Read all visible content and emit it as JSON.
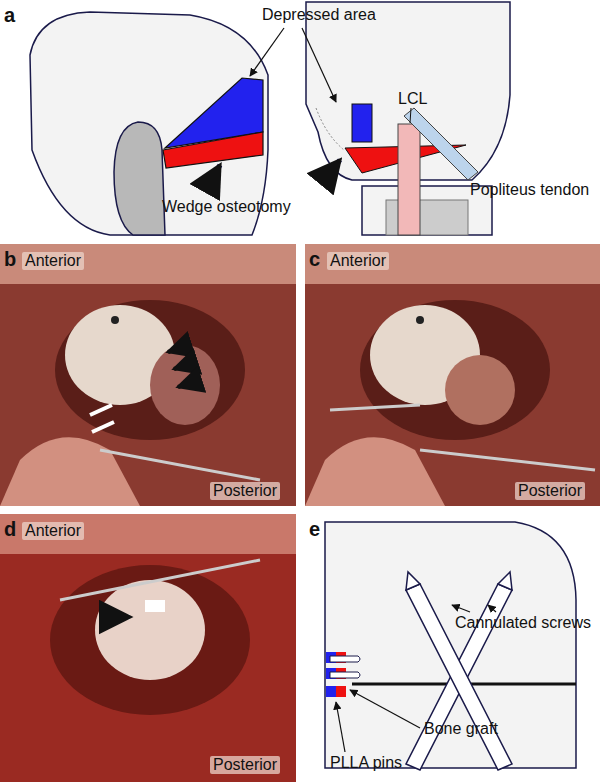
{
  "diagram": {
    "labels": [
      "a",
      "Depressed area",
      "Wedge osteotomy",
      "LCL",
      "Popliteus tendon",
      "b",
      "Anterior",
      "Posterior",
      "c",
      "Anterior",
      "Posterior",
      "d",
      "Anterior",
      "Posterior",
      "e",
      "Cannulated screws",
      "Bone graft",
      "PLLA pins"
    ]
  }
}
